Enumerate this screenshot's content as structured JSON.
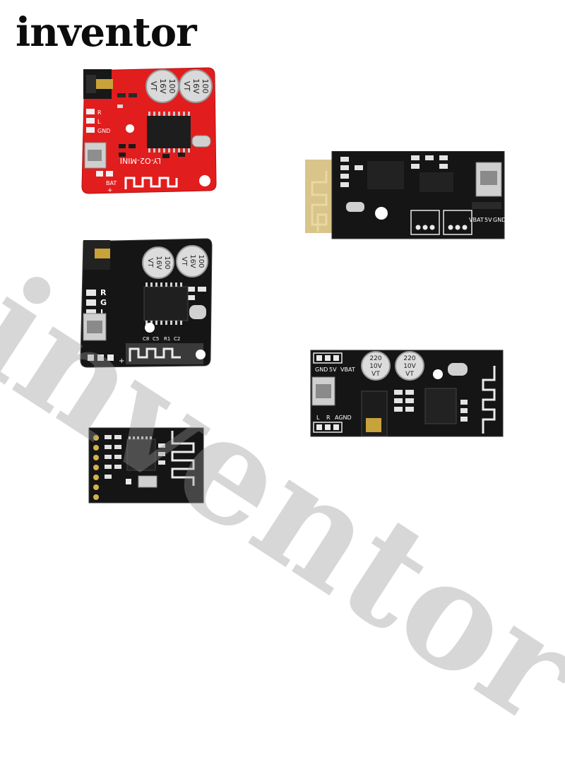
{
  "brand": {
    "logo_text": "inventor"
  },
  "watermark": {
    "text": "inventor"
  },
  "colors": {
    "background": "#ffffff",
    "pcb_red": "#e21d1d",
    "pcb_black": "#151515",
    "watermark": "#969696"
  },
  "boards": {
    "red_mini": {
      "model": "LY-O2-MINI",
      "cap_1": [
        "100",
        "16V",
        "VT"
      ],
      "cap_2": [
        "100",
        "16V",
        "VT"
      ],
      "pin_labels": [
        "R",
        "L",
        "GND"
      ],
      "power_label": "BAT",
      "plus_sign": "+"
    },
    "black_mini": {
      "cap_1": [
        "100",
        "16V",
        "VT"
      ],
      "cap_2": [
        "100",
        "16V",
        "VT"
      ],
      "pin_labels": [
        "R",
        "G",
        "L"
      ],
      "component_labels": [
        "C8",
        "C5",
        "R1",
        "C2"
      ],
      "plus_sign": "+"
    },
    "long_top": {
      "pin_labels": [
        "VBAT",
        "5V",
        "GND"
      ]
    },
    "long_bottom": {
      "cap_1": [
        "220",
        "10V",
        "VT"
      ],
      "cap_2": [
        "220",
        "10V",
        "VT"
      ],
      "top_pin_labels": [
        "GND",
        "5V",
        "VBAT"
      ],
      "bottom_pin_labels": [
        "L",
        "R",
        "AGND"
      ]
    },
    "small_module": {}
  }
}
